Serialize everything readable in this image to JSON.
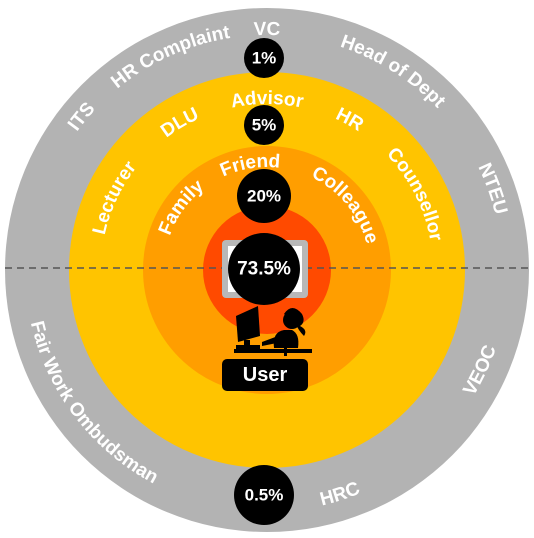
{
  "rings": {
    "outer": {
      "color": "#b3b3b3",
      "labels": [
        "VC",
        "HR Complaint",
        "Head of Dept",
        "ITS",
        "NTEU",
        "Fair Work Ombudsman",
        "VEOC",
        "HRC"
      ]
    },
    "second": {
      "color": "#ffc400",
      "labels": [
        "Advisor",
        "DLU",
        "HR",
        "Lecturer",
        "Counsellor"
      ]
    },
    "third": {
      "color": "#ff9e00",
      "labels": [
        "Friend",
        "Family",
        "Colleague"
      ]
    },
    "inner": {
      "color": "#ff4a00"
    }
  },
  "percentages": {
    "outer": "1%",
    "second": "5%",
    "third": "20%",
    "inner": "73.5%",
    "bottom": "0.5%"
  },
  "user": {
    "label": "User",
    "icon": "person-at-computer-icon"
  },
  "divider": {
    "style": "dashed",
    "color": "#555555"
  }
}
